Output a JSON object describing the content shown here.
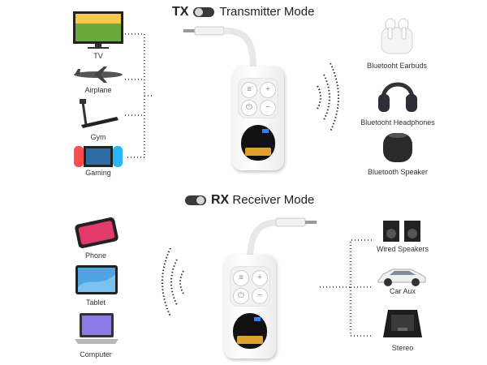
{
  "transmitter": {
    "code": "TX",
    "title": "Transmitter Mode",
    "sources": [
      "TV",
      "Airplane",
      "Gym",
      "Gaming"
    ],
    "outputs": [
      "Bluetooht Earbuds",
      "Bluetooht Headphones",
      "Bluetooth Speaker"
    ]
  },
  "receiver": {
    "code": "RX",
    "title": "Receiver Mode",
    "sources": [
      "Phone",
      "Tablet",
      "Computer"
    ],
    "outputs": [
      "Wired Speakers",
      "Car Aux",
      "Stereo"
    ]
  },
  "colors": {
    "toggle": "#3a3a3a",
    "text": "#222222",
    "screen_accent": "#2f7fff"
  }
}
